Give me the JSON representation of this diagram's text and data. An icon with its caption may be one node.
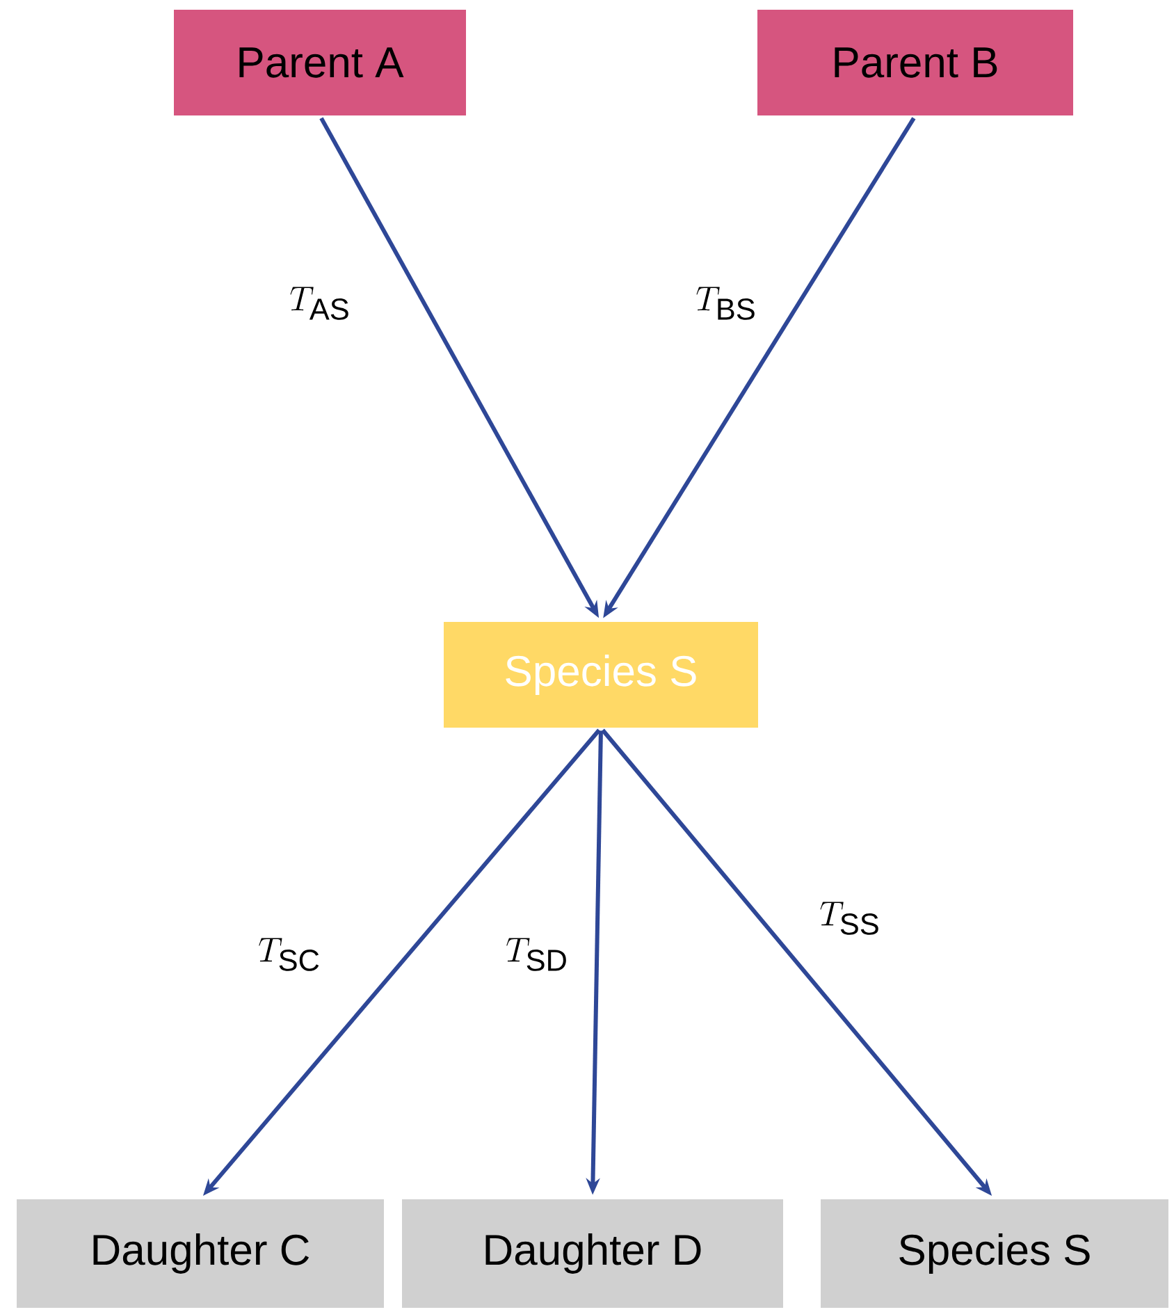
{
  "diagram": {
    "nodes": [
      {
        "text": [
          "Parent A"
        ]
      },
      {
        "text": [
          "Parent B"
        ]
      },
      {
        "text": [
          "Species S"
        ]
      },
      {
        "text": [
          "Daughter C"
        ]
      },
      {
        "text": [
          "Daughter D"
        ]
      },
      {
        "text": [
          "Species S"
        ]
      }
    ],
    "edges": [
      {
        "from": 0,
        "to": 2,
        "arrow": "to",
        "label": "T_{\\mathrm{AS}}"
      },
      {
        "from": 1,
        "to": 2,
        "arrow": "to",
        "label": "T_{\\mathrm{BS}}"
      },
      {
        "from": 2,
        "to": 3,
        "arrow": "to",
        "label": "T_{\\mathrm{SC}}"
      },
      {
        "from": 2,
        "to": 4,
        "arrow": "to",
        "label": "T_{\\mathrm{SD}}"
      },
      {
        "from": 2,
        "to": 5,
        "arrow": "to",
        "label": "T_{\\mathrm{SS}}"
      }
    ]
  }
}
